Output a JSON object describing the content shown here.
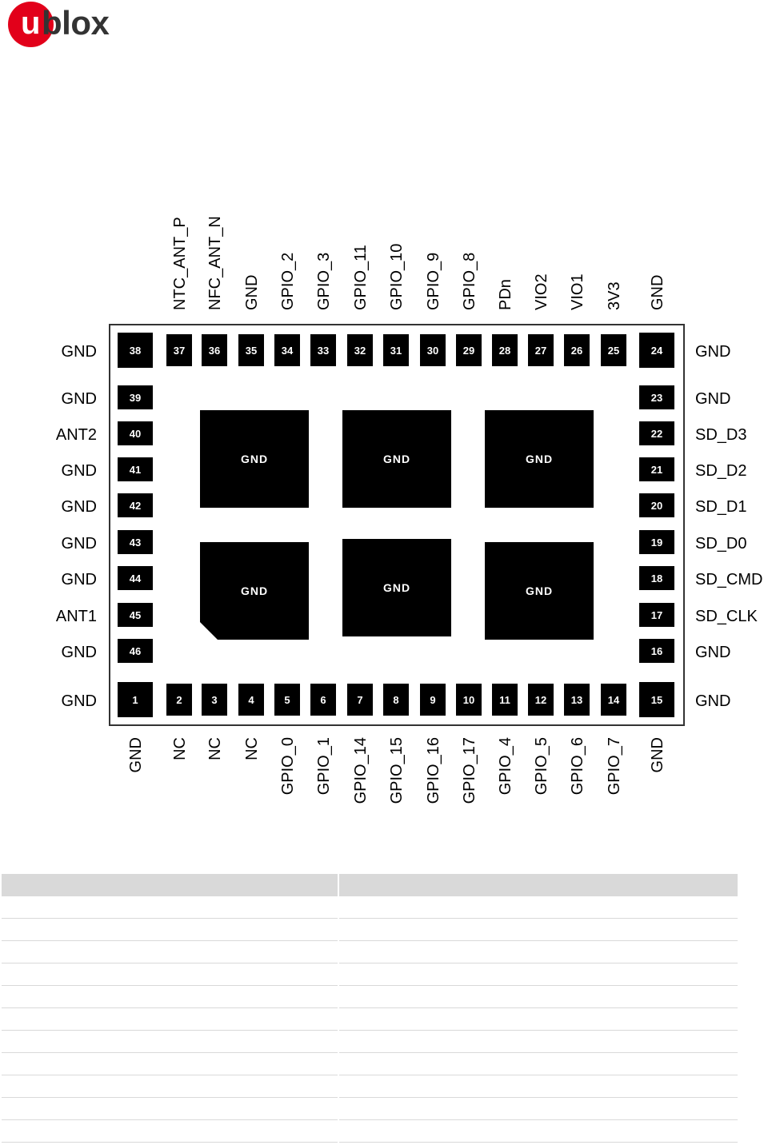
{
  "logo": {
    "u": "u",
    "rest": "blox",
    "brand_color": "#e2001a"
  },
  "top_pins": [
    {
      "num": "38",
      "label": ""
    },
    {
      "num": "37",
      "label": "NTC_ANT_P"
    },
    {
      "num": "36",
      "label": "NFC_ANT_N"
    },
    {
      "num": "35",
      "label": "GND"
    },
    {
      "num": "34",
      "label": "GPIO_2"
    },
    {
      "num": "33",
      "label": "GPIO_3"
    },
    {
      "num": "32",
      "label": "GPIO_11"
    },
    {
      "num": "31",
      "label": "GPIO_10"
    },
    {
      "num": "30",
      "label": "GPIO_9"
    },
    {
      "num": "29",
      "label": "GPIO_8"
    },
    {
      "num": "28",
      "label": "PDn"
    },
    {
      "num": "27",
      "label": "VIO2"
    },
    {
      "num": "26",
      "label": "VIO1"
    },
    {
      "num": "25",
      "label": "3V3"
    },
    {
      "num": "24",
      "label": "GND"
    }
  ],
  "bottom_pins": [
    {
      "num": "1",
      "label": "GND"
    },
    {
      "num": "2",
      "label": "NC"
    },
    {
      "num": "3",
      "label": "NC"
    },
    {
      "num": "4",
      "label": "NC"
    },
    {
      "num": "5",
      "label": "GPIO_0"
    },
    {
      "num": "6",
      "label": "GPIO_1"
    },
    {
      "num": "7",
      "label": "GPIO_14"
    },
    {
      "num": "8",
      "label": "GPIO_15"
    },
    {
      "num": "9",
      "label": "GPIO_16"
    },
    {
      "num": "10",
      "label": "GPIO_17"
    },
    {
      "num": "11",
      "label": "GPIO_4"
    },
    {
      "num": "12",
      "label": "GPIO_5"
    },
    {
      "num": "13",
      "label": "GPIO_6"
    },
    {
      "num": "14",
      "label": "GPIO_7"
    },
    {
      "num": "15",
      "label": "GND"
    }
  ],
  "left_pins": [
    {
      "num": "38",
      "label": "GND"
    },
    {
      "num": "39",
      "label": "GND"
    },
    {
      "num": "40",
      "label": "ANT2"
    },
    {
      "num": "41",
      "label": "GND"
    },
    {
      "num": "42",
      "label": "GND"
    },
    {
      "num": "43",
      "label": "GND"
    },
    {
      "num": "44",
      "label": "GND"
    },
    {
      "num": "45",
      "label": "ANT1"
    },
    {
      "num": "46",
      "label": "GND"
    },
    {
      "num": "1",
      "label": "GND"
    }
  ],
  "right_pins": [
    {
      "num": "24",
      "label": "GND"
    },
    {
      "num": "23",
      "label": "GND"
    },
    {
      "num": "22",
      "label": "SD_D3"
    },
    {
      "num": "21",
      "label": "SD_D2"
    },
    {
      "num": "20",
      "label": "SD_D1"
    },
    {
      "num": "19",
      "label": "SD_D0"
    },
    {
      "num": "18",
      "label": "SD_CMD"
    },
    {
      "num": "17",
      "label": "SD_CLK"
    },
    {
      "num": "16",
      "label": "GND"
    },
    {
      "num": "15",
      "label": "GND"
    }
  ],
  "center_pads": [
    "GND",
    "GND",
    "GND",
    "GND",
    "GND",
    "GND"
  ],
  "table": {
    "rows": 11
  }
}
